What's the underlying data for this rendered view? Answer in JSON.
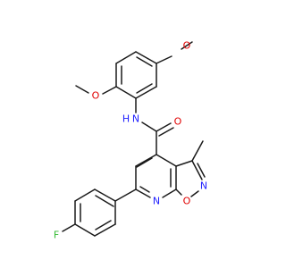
{
  "molecule": {
    "atoms": {
      "o_methoxy_top": {
        "text": "O",
        "color": "#e00000"
      },
      "o_methoxy_left": {
        "text": "O",
        "color": "#e00000"
      },
      "amide_n": {
        "text": "N",
        "color": "#2020ff"
      },
      "amide_h": {
        "text": "H",
        "color": "#2020ff"
      },
      "carbonyl_o": {
        "text": "O",
        "color": "#e00000"
      },
      "ring_n_pyridine": {
        "text": "N",
        "color": "#2020ff"
      },
      "ring_n_isoxazole": {
        "text": "N",
        "color": "#2020ff"
      },
      "ring_o_isoxazole": {
        "text": "O",
        "color": "#e00000"
      },
      "fluorine": {
        "text": "F",
        "color": "#33bb33"
      }
    },
    "bond_color": "#1a1a1a"
  }
}
